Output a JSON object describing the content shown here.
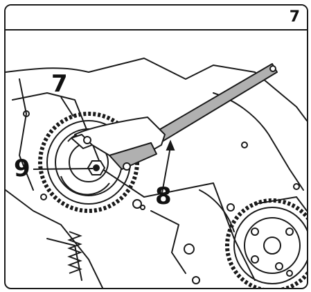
{
  "step": {
    "number": "7"
  },
  "callouts": {
    "pulley_label": "7",
    "tool_label": "8",
    "bolt_label": "9"
  },
  "colors": {
    "line": "#1a1a1a",
    "tool_fill": "#b0b0b0",
    "background": "#ffffff"
  },
  "icons": {
    "camshaft_pulley": "toothed-gear",
    "holding_tool": "wrench-bar",
    "pulley_bolt": "hex-bolt",
    "second_pulley": "toothed-gear"
  }
}
